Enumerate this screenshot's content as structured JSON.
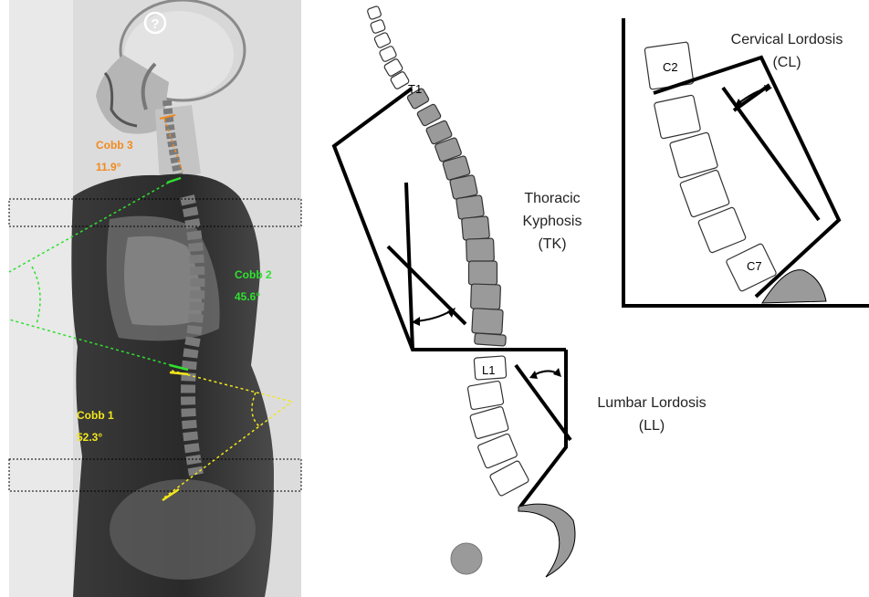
{
  "xray": {
    "help_symbol": "?",
    "cobb3": {
      "title": "Cobb 3",
      "angle": "11.9°",
      "color": "#f28a1e"
    },
    "cobb2": {
      "title": "Cobb 2",
      "angle": "45.6°",
      "color": "#2fe02f"
    },
    "cobb1": {
      "title": "Cobb 1",
      "angle": "52.3°",
      "color": "#f2e61c"
    }
  },
  "diagram": {
    "vertebra_labels": {
      "t1": "T1",
      "l1": "L1",
      "c2": "C2",
      "c7": "C7"
    },
    "thoracic": {
      "line1": "Thoracic",
      "line2": "Kyphosis",
      "line3": "(TK)"
    },
    "lumbar": {
      "line1": "Lumbar Lordosis",
      "line2": "(LL)"
    },
    "cervical": {
      "line1": "Cervical Lordosis",
      "line2": "(CL)"
    }
  },
  "colors": {
    "vertebra_fill": "#9a9a9a",
    "line": "#000000"
  }
}
